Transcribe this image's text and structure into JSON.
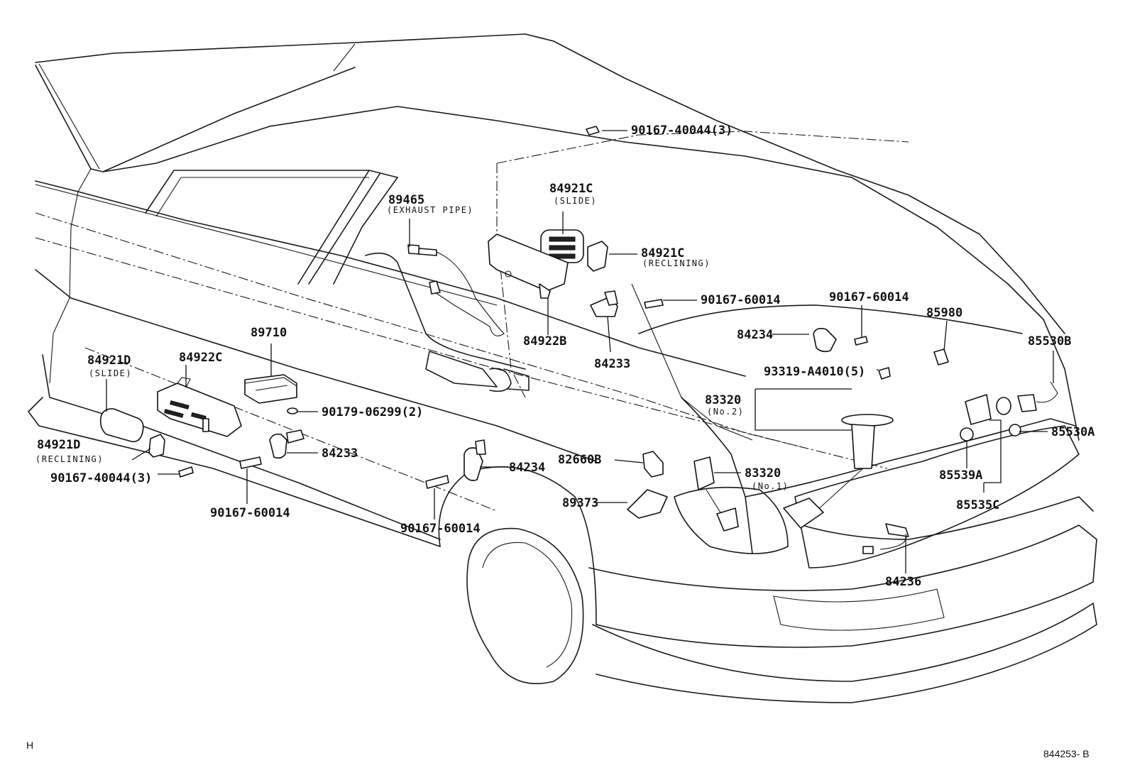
{
  "parts": {
    "p90167_40044_top": "90167-40044(3)",
    "p84921C_slide": "84921C",
    "p84921C_slide_sub": "(SLIDE)",
    "p89465": "89465",
    "p89465_sub": "(EXHAUST PIPE)",
    "p84921C_recl": "84921C",
    "p84921C_recl_sub": "(RECLINING)",
    "p90167_60014_mid": "90167-60014",
    "p90167_60014_right": "90167-60014",
    "p85980": "85980",
    "p84234_right": "84234",
    "p84922B": "84922B",
    "p84233_top": "84233",
    "p85530B": "85530B",
    "p93319": "93319-A4010(5)",
    "p89710": "89710",
    "p84921D_slide": "84921D",
    "p84921D_slide_sub": "(SLIDE)",
    "p84922C": "84922C",
    "p83320_no2": "83320",
    "p83320_no2_sub": "(No.2)",
    "p90179": "90179-06299(2)",
    "p85530A": "85530A",
    "p84921D_recl": "84921D",
    "p84921D_recl_sub": "(RECLINING)",
    "p84233_left": "84233",
    "p82660B": "82660B",
    "p84234_left": "84234",
    "p83320_no1": "83320",
    "p83320_no1_sub": "(No.1)",
    "p85539A": "85539A",
    "p90167_40044_left": "90167-40044(3)",
    "p89373": "89373",
    "p85535C": "85535C",
    "p90167_60014_left": "90167-60014",
    "p90167_60014_bottom": "90167-60014",
    "p84236": "84236"
  },
  "footer": {
    "corner_mark": "H",
    "diagram_code": "844253- B"
  }
}
